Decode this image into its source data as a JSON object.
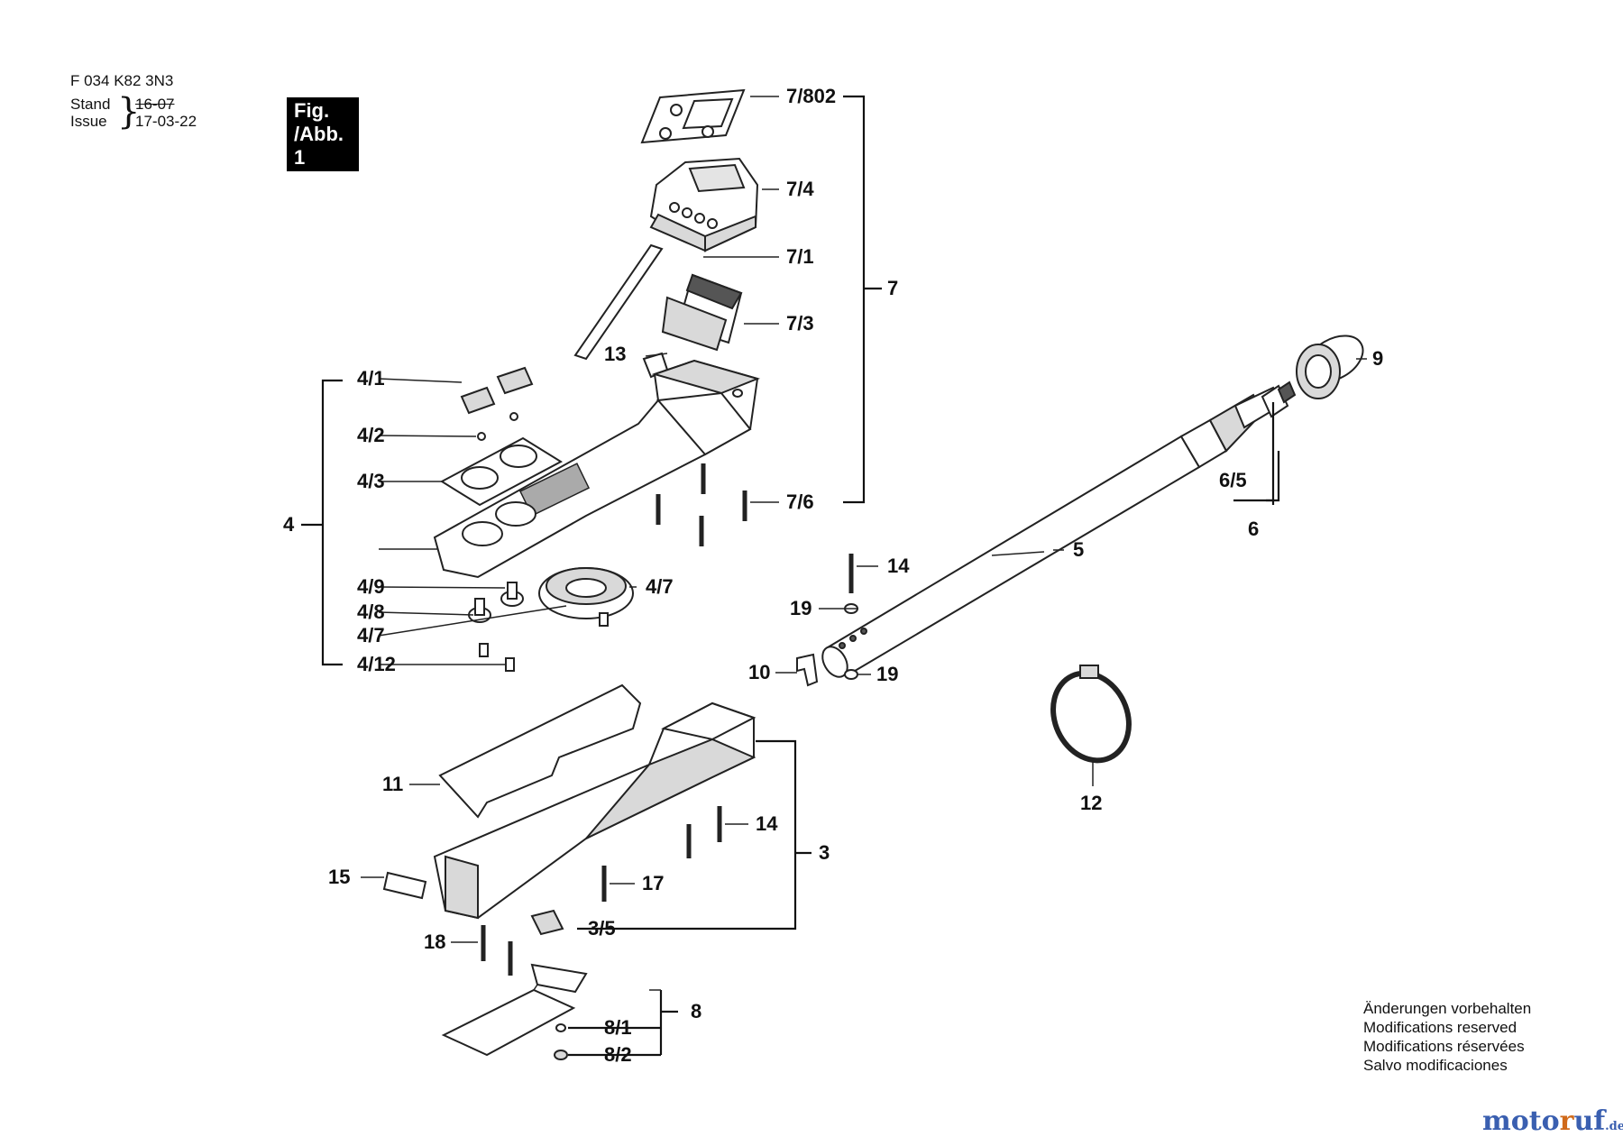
{
  "header": {
    "doc_code": "F 034 K82 3N3",
    "stand_label": "Stand",
    "issue_label": "Issue",
    "old_date": "16-07",
    "issue_date": "17-03-22",
    "figure_label": "Fig. /Abb. 1"
  },
  "labels": {
    "p7_802": "7/802",
    "p7_4": "7/4",
    "p7_1": "7/1",
    "p7": "7",
    "p7_3": "7/3",
    "p13": "13",
    "p9": "9",
    "p4_1": "4/1",
    "p4_2": "4/2",
    "p4_3": "4/3",
    "p4": "4",
    "p7_6": "7/6",
    "p6_5": "6/5",
    "p6": "6",
    "p5": "5",
    "p14a": "14",
    "p19a": "19",
    "p4_9": "4/9",
    "p4_7a": "4/7",
    "p4_8": "4/8",
    "p4_7b": "4/7",
    "p4_12": "4/12",
    "p10": "10",
    "p19b": "19",
    "p11": "11",
    "p12": "12",
    "p14b": "14",
    "p3": "3",
    "p15": "15",
    "p17": "17",
    "p3_5": "3/5",
    "p18": "18",
    "p8": "8",
    "p8_1": "8/1",
    "p8_2": "8/2"
  },
  "notes": [
    "Änderungen vorbehalten",
    "Modifications reserved",
    "Modifications réservées",
    "Salvo modificaciones"
  ],
  "watermark": {
    "brand_a": "moto",
    "brand_f": "r",
    "brand_b": "uf",
    "tld": ".de"
  }
}
